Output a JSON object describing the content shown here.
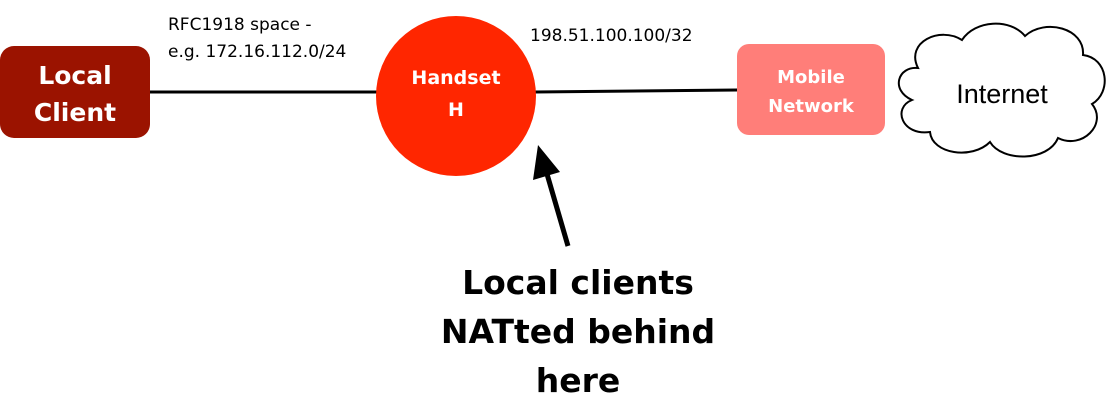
{
  "nodes": {
    "local_client": {
      "line1": "Local",
      "line2": "Client",
      "color": "#9b1300"
    },
    "handset": {
      "line1": "Handset",
      "line2": "H",
      "color": "#ff2600"
    },
    "mobile_network": {
      "line1": "Mobile",
      "line2": "Network",
      "color": "#ff7e79"
    },
    "internet": {
      "label": "Internet"
    }
  },
  "annotations": {
    "rfc_line1": "RFC1918 space -",
    "rfc_line2": "e.g. 172.16.112.0/24",
    "public_ip": "198.51.100.100/32"
  },
  "callout": {
    "line1": "Local clients",
    "line2": "NATted behind",
    "line3": "here"
  },
  "icons": {
    "arrow": "up-arrow-icon",
    "cloud": "cloud-icon"
  }
}
